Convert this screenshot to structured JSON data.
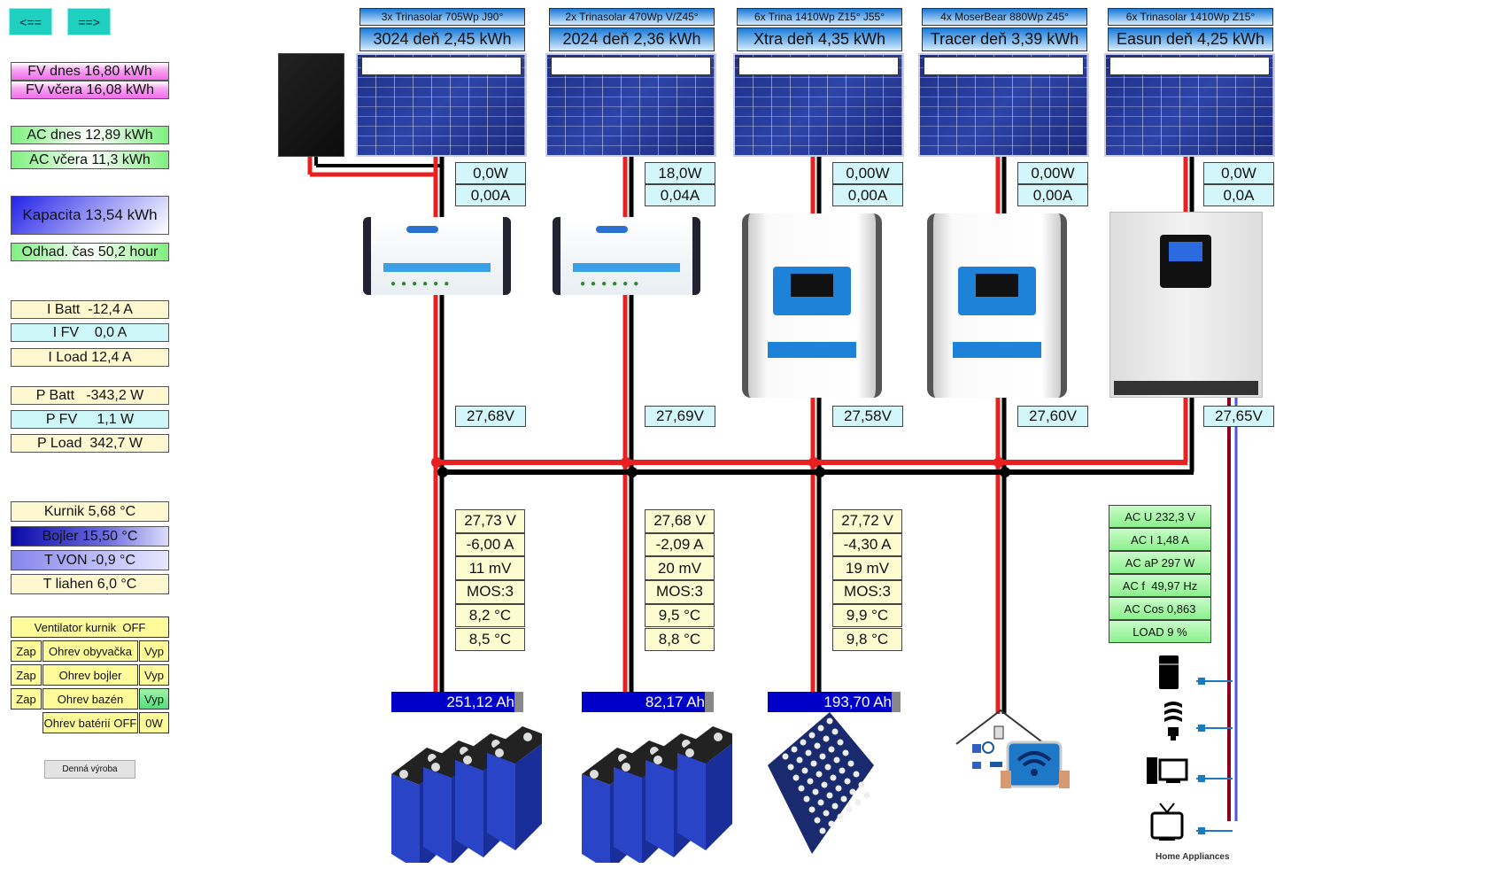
{
  "nav": {
    "prev": "<==",
    "next": "==>"
  },
  "summary": {
    "fv_today": "FV dnes 16,80 kWh",
    "fv_yesterday": "FV včera 16,08 kWh",
    "ac_today": "AC dnes 12,89 kWh",
    "ac_yesterday": "AC včera 11,3 kWh",
    "capacity": "Kapacita 13,54 kWh",
    "estimate": "Odhad. čas 50,2 hour",
    "i_batt": "I Batt  -12,4 A",
    "i_fv": "I FV    0,0 A",
    "i_load": "I Load 12,4 A",
    "p_batt": "P Batt   -343,2 W",
    "p_fv": "P FV     1,1 W",
    "p_load": "P Load  342,7 W",
    "kurnik": "Kurnik 5,68 °C",
    "bojler": "Bojler 15,50 °C",
    "tvon": "T VON -0,9 °C",
    "tliahen": "T liahen 6,0 °C"
  },
  "controls": {
    "ventilator": "Ventilator kurnik  OFF",
    "rows": [
      {
        "on": "Zap",
        "label": "Ohrev obyvačka",
        "off": "Vyp"
      },
      {
        "on": "Zap",
        "label": "Ohrev bojler",
        "off": "Vyp"
      },
      {
        "on": "Zap",
        "label": "Ohrev bazén",
        "off": "Vyp"
      }
    ],
    "battery_heat": "Ohrev batérií OFF",
    "battery_heat_power": "0W",
    "daily_button": "Denná výroba"
  },
  "strings": [
    {
      "name": "3x Trinasolar 705Wp J90°",
      "daily": "3024 deň 2,45 kWh",
      "power": "0,0W",
      "current": "0,00A",
      "voltage": "27,68V",
      "controller": "pwm"
    },
    {
      "name": "2x Trinasolar 470Wp V/Z45°",
      "daily": "2024 deň 2,36 kWh",
      "power": "18,0W",
      "current": "0,04A",
      "voltage": "27,69V",
      "controller": "pwm"
    },
    {
      "name": "6x Trina 1410Wp Z15° J55°",
      "daily": "Xtra deň 4,35 kWh",
      "power": "0,00W",
      "current": "0,00A",
      "voltage": "27,58V",
      "controller": "mppt"
    },
    {
      "name": "4x MoserBear 880Wp Z45°",
      "daily": "Tracer deň 3,39 kWh",
      "power": "0,00W",
      "current": "0,00A",
      "voltage": "27,60V",
      "controller": "mppt"
    },
    {
      "name": "6x Trinasolar 1410Wp Z15°",
      "daily": "Easun deň 4,25 kWh",
      "power": "0,0W",
      "current": "0,0A",
      "voltage": "27,65V",
      "controller": "inverter"
    }
  ],
  "batteries": [
    {
      "values": [
        "27,73 V",
        "-6,00 A",
        "11 mV",
        "MOS:3",
        "8,2 °C",
        "8,5 °C"
      ],
      "capacity": "251,12 Ah",
      "fill": 0.93
    },
    {
      "values": [
        "27,68 V",
        "-2,09 A",
        "20 mV",
        "MOS:3",
        "9,5 °C",
        "8,8 °C"
      ],
      "capacity": "82,17 Ah",
      "fill": 0.93
    },
    {
      "values": [
        "27,72 V",
        "-4,30 A",
        "19 mV",
        "MOS:3",
        "9,9 °C",
        "9,8 °C"
      ],
      "capacity": "193,70 Ah",
      "fill": 0.93
    }
  ],
  "ac": [
    "AC U 232,3 V",
    "AC I 1,48 A",
    "AC aP 297 W",
    "AC f  49,97 Hz",
    "AC Cos 0,863",
    "LOAD 9 %"
  ],
  "appliances_label": "Home Appliances",
  "colors": {
    "wire_positive": "#e82020",
    "wire_negative": "#000000",
    "ac_line": "#8b0018",
    "ac_neutral": "#4a55e0",
    "battery_bar": "#0000c8"
  }
}
